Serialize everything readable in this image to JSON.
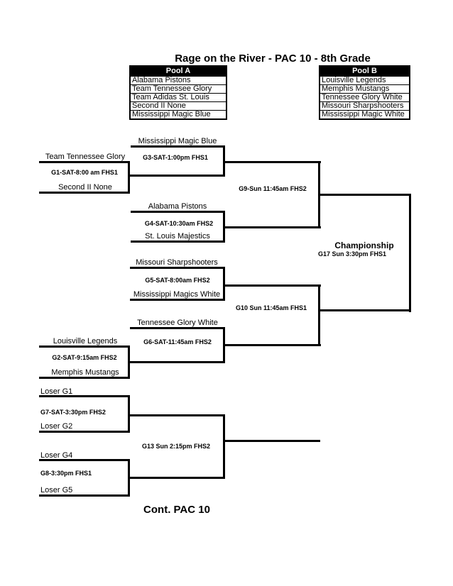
{
  "page": {
    "title": "Rage on the River - PAC 10 - 8th Grade",
    "footer": "Cont. PAC 10"
  },
  "pools": [
    {
      "name": "Pool A",
      "teams": [
        "Alabama Pistons",
        "Team Tennessee Glory",
        "Team Adidas St. Louis",
        "Second II None",
        "Mississippi Magic Blue"
      ]
    },
    {
      "name": "Pool B",
      "teams": [
        "Louisville Legends",
        "Memphis Mustangs",
        "Tennessee Glory White",
        "Missouri Sharpshooters",
        "Mississippi Magic White"
      ]
    }
  ],
  "bracket": {
    "g1": {
      "label": "G1-SAT-8:00 am FHS1",
      "top_team": "Team Tennessee Glory",
      "bottom_team": "Second II None"
    },
    "g2": {
      "label": "G2-SAT-9:15am FHS2",
      "top_team": "Louisville Legends",
      "bottom_team": "Memphis Mustangs"
    },
    "g3": {
      "label": "G3-SAT-1:00pm FHS1",
      "top_team": "Mississippi Magic Blue"
    },
    "g4": {
      "label": "G4-SAT-10:30am FHS2",
      "top_team": "Alabama Pistons",
      "bottom_team": "St. Louis Majestics"
    },
    "g5": {
      "label": "G5-SAT-8:00am FHS2",
      "top_team": "Missouri Sharpshooters",
      "bottom_team": "Mississippi Magics White"
    },
    "g6": {
      "label": "G6-SAT-11:45am FHS2",
      "top_team": "Tennessee Glory White"
    },
    "g7": {
      "label": "G7-SAT-3:30pm FHS2",
      "top_team": "Loser G1",
      "bottom_team": "Loser G2"
    },
    "g8": {
      "label": "G8-3:30pm FHS1",
      "top_team": "Loser G4",
      "bottom_team": "Loser G5"
    },
    "g9": {
      "label": "G9-Sun 11:45am FHS2"
    },
    "g10": {
      "label": "G10 Sun 11:45am FHS1"
    },
    "g13": {
      "label": "G13 Sun 2:15pm FHS2"
    },
    "championship": {
      "title": "Championship",
      "label": "G17 Sun 3:30pm FHS1"
    }
  },
  "colors": {
    "line": "#000000",
    "pool_header_bg": "#000000",
    "pool_header_text": "#ffffff",
    "text": "#000000",
    "background": "#ffffff"
  }
}
